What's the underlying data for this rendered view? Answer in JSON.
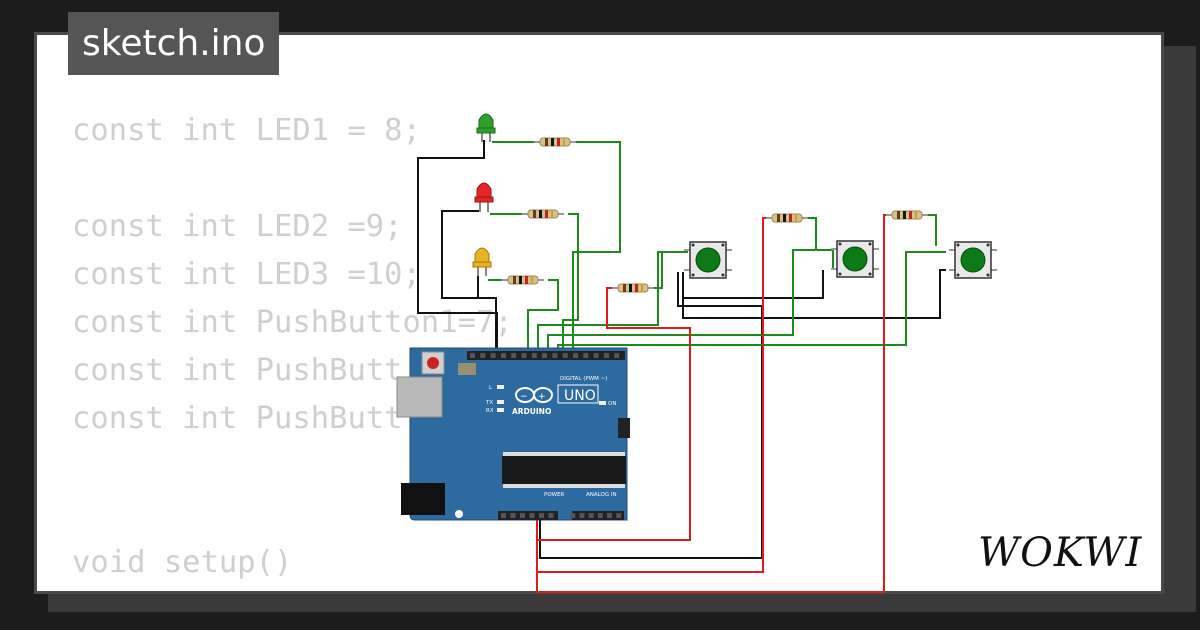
{
  "tab": {
    "filename": "sketch.ino"
  },
  "code_lines": [
    "const int LED1 = 8;",
    "",
    "const int LED2 =9;",
    "const int LED3 =10;",
    "const int PushButton1=7;",
    "const int PushButt",
    "const int PushButt",
    "",
    "",
    "void setup()",
    "{"
  ],
  "board": {
    "name": "UNO",
    "brand": "ARDUINO",
    "digital_label": "DIGITAL (PWM ~)",
    "power_label": "POWER",
    "analog_label": "ANALOG IN",
    "on_label": "ON",
    "l_label": "L",
    "tx_label": "TX",
    "rx_label": "RX"
  },
  "components": {
    "leds": [
      {
        "color": "#2ea02e",
        "name": "green-led"
      },
      {
        "color": "#e32626",
        "name": "red-led"
      },
      {
        "color": "#e8b423",
        "name": "yellow-led"
      }
    ],
    "button_color": "#0c7a16"
  },
  "wire_colors": {
    "green": "#1e8a1e",
    "black": "#111111",
    "red": "#e01b1b"
  },
  "logo": {
    "text": "WOKWI"
  }
}
